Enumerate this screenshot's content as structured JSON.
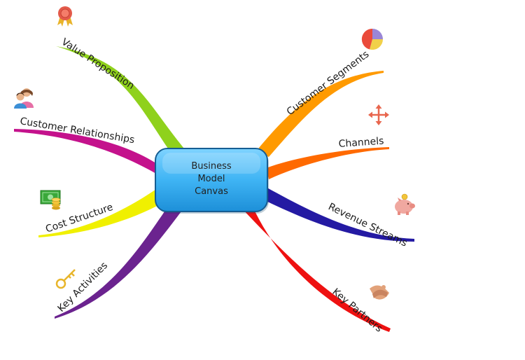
{
  "center": {
    "lines": [
      "Business",
      "Model",
      "Canvas"
    ],
    "color": "#3fb4f4"
  },
  "branches": [
    {
      "id": "value-proposition",
      "label": "Value Proposition",
      "color": "#8fd11c",
      "icon": "award-ribbon-icon"
    },
    {
      "id": "customer-relationships",
      "label": "Customer Relationships",
      "color": "#c4128c",
      "icon": "people-icon"
    },
    {
      "id": "cost-structure",
      "label": "Cost Structure",
      "color": "#f0f000",
      "icon": "money-coins-icon"
    },
    {
      "id": "key-activities",
      "label": "Key Activities",
      "color": "#6b238f",
      "icon": "key-icon"
    },
    {
      "id": "customer-segments",
      "label": "Customer Segments",
      "color": "#ff9a00",
      "icon": "pie-chart-icon"
    },
    {
      "id": "channels",
      "label": "Channels",
      "color": "#ff6a00",
      "icon": "four-arrows-icon"
    },
    {
      "id": "revenue-streams",
      "label": "Revenue Streams",
      "color": "#241aa3",
      "icon": "piggy-bank-icon"
    },
    {
      "id": "key-partners",
      "label": "Key Partners",
      "color": "#ee1111",
      "icon": "handshake-icon"
    }
  ]
}
